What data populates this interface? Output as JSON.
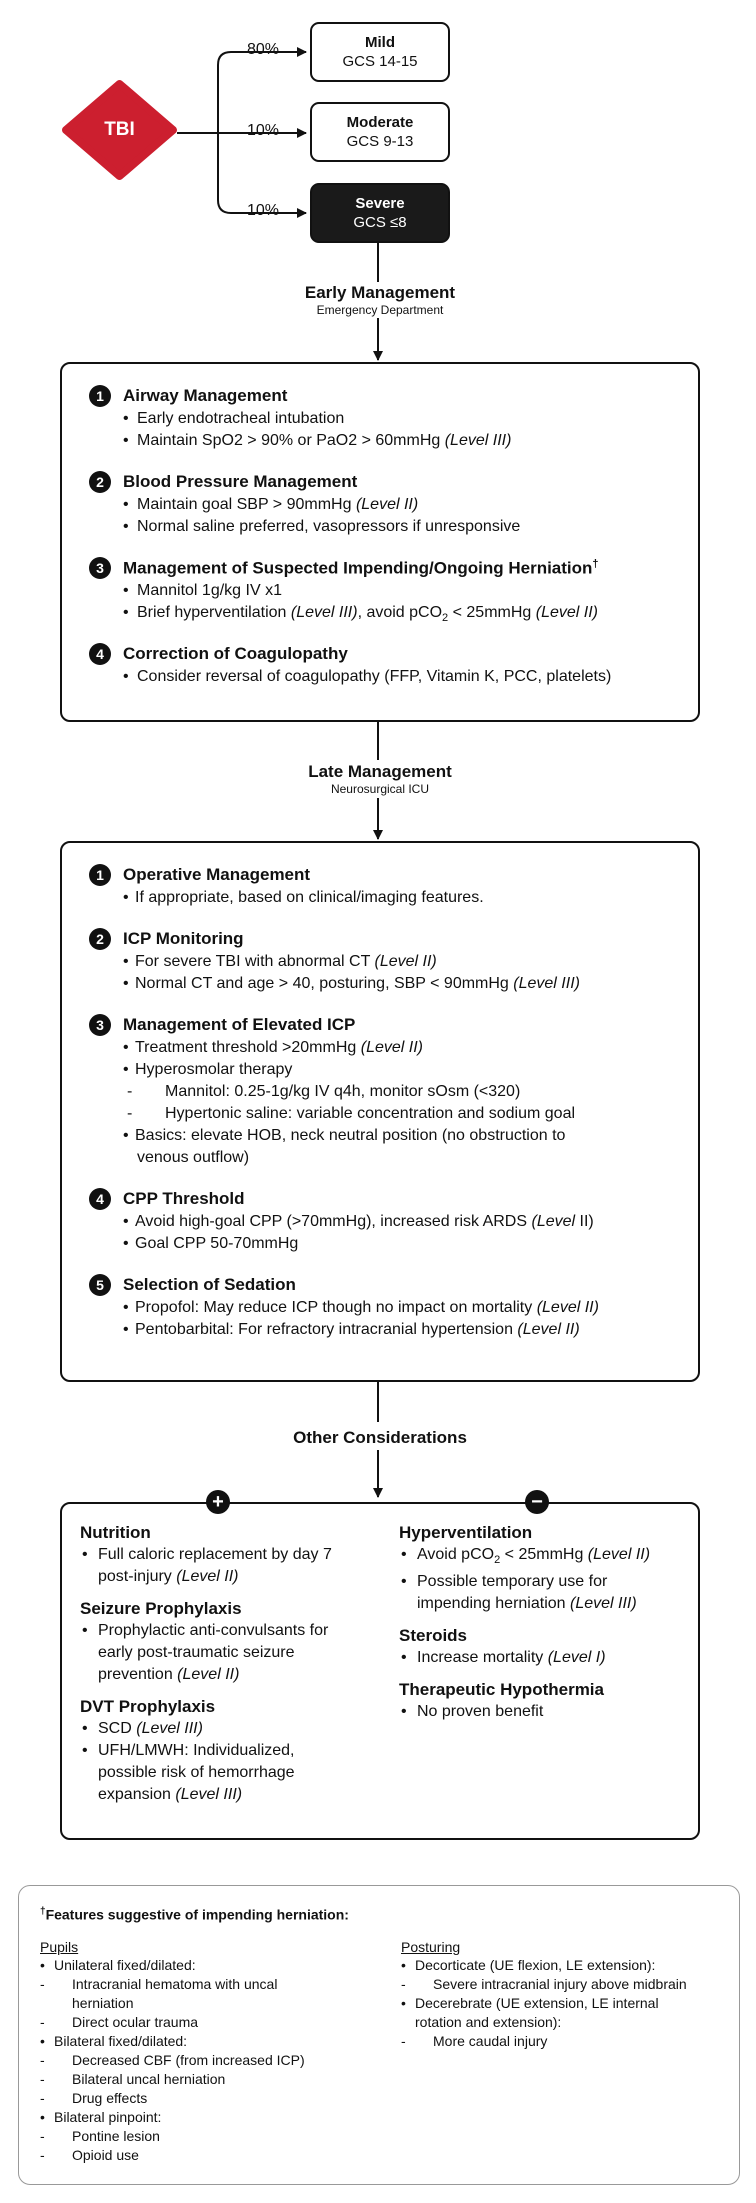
{
  "colors": {
    "tbi_red": "#cc1f2f",
    "stroke": "#111111",
    "dark_box": "#1a1a1a",
    "footnote_border": "#999999"
  },
  "top": {
    "tbi_label": "TBI",
    "branches": [
      {
        "percent": "80%",
        "title": "Mild",
        "gcs": "GCS 14-15",
        "dark": false
      },
      {
        "percent": "10%",
        "title": "Moderate",
        "gcs": "GCS 9-13",
        "dark": false
      },
      {
        "percent": "10%",
        "title": "Severe",
        "gcs": "GCS ≤8",
        "dark": true
      }
    ]
  },
  "early": {
    "stage_title": "Early Management",
    "stage_subtitle": "Emergency Department",
    "sections": [
      {
        "num": "1",
        "title": "Airway Management",
        "lines": [
          {
            "type": "bullet",
            "text": "Early endotracheal intubation"
          },
          {
            "type": "bullet",
            "text": "Maintain SpO2 > 90% or PaO2 > 60mmHg",
            "em": "(Level III)"
          }
        ]
      },
      {
        "num": "2",
        "title": "Blood Pressure Management",
        "lines": [
          {
            "type": "bullet",
            "text": "Maintain goal SBP > 90mmHg",
            "em": "(Level II)"
          },
          {
            "type": "bullet",
            "text": "Normal saline preferred, vasopressors if unresponsive"
          }
        ]
      },
      {
        "num": "3",
        "title": "Management of Suspected Impending/Ongoing Herniation",
        "mark": "†",
        "lines": [
          {
            "type": "bullet",
            "text": "Mannitol 1g/kg IV x1"
          },
          {
            "type": "bullet",
            "text": "Brief hyperventilation",
            "em": "(Level III)",
            "tail": ", avoid pCO",
            "sub": "2",
            "tail2": " < 25mmHg",
            "em2": "(Level II)"
          }
        ]
      },
      {
        "num": "4",
        "title": "Correction of Coagulopathy",
        "lines": [
          {
            "type": "bullet",
            "text": "Consider reversal of coagulopathy (FFP, Vitamin K, PCC, platelets)"
          }
        ]
      }
    ]
  },
  "late": {
    "stage_title": "Late Management",
    "stage_subtitle": "Neurosurgical ICU",
    "sections": [
      {
        "num": "1",
        "title": "Operative Management",
        "lines": [
          {
            "type": "bullet",
            "text": "If appropriate, based on clinical/imaging features."
          }
        ]
      },
      {
        "num": "2",
        "title": "ICP Monitoring",
        "lines": [
          {
            "type": "bullet",
            "text": "For severe TBI with abnormal CT",
            "em": "(Level II)"
          },
          {
            "type": "bullet",
            "text": "Normal CT and age > 40, posturing, SBP < 90mmHg",
            "em": "(Level III)"
          }
        ]
      },
      {
        "num": "3",
        "title": "Management of Elevated ICP",
        "lines": [
          {
            "type": "bullet",
            "text": "Treatment threshold >20mmHg",
            "em": "(Level II)"
          },
          {
            "type": "bullet",
            "text": "Hyperosmolar therapy"
          },
          {
            "type": "dash",
            "text": "Mannitol: 0.25-1g/kg IV q4h, monitor sOsm (<320)"
          },
          {
            "type": "dash",
            "text": "Hypertonic saline: variable concentration and sodium goal"
          },
          {
            "type": "bullet",
            "text": " Basics: elevate HOB, neck neutral position (no obstruction to"
          },
          {
            "type": "cont",
            "text": "venous outflow)"
          }
        ]
      },
      {
        "num": "4",
        "title": "CPP Threshold",
        "lines": [
          {
            "type": "bullet",
            "text": "Avoid high-goal CPP (>70mmHg), increased risk ARDS",
            "em": "(Level",
            "tail": " II)"
          },
          {
            "type": "bullet",
            "text": "Goal CPP 50-70mmHg"
          }
        ]
      },
      {
        "num": "5",
        "title": "Selection of Sedation",
        "lines": [
          {
            "type": "bullet",
            "text": "Propofol: May reduce ICP though no impact on mortality",
            "em": "(Level II)"
          },
          {
            "type": "bullet",
            "text": "Pentobarbital: For refractory intracranial hypertension",
            "em": "(Level II)"
          }
        ]
      }
    ]
  },
  "other": {
    "stage_title": "Other Considerations",
    "plus_symbol": "+",
    "minus_symbol": "−",
    "left": [
      {
        "title": "Nutrition",
        "lines": [
          {
            "type": "bullet",
            "text": "Full caloric replacement by day 7"
          },
          {
            "type": "cont",
            "text": "post-injury",
            "em": "(Level II)"
          }
        ]
      },
      {
        "title": "Seizure Prophylaxis",
        "lines": [
          {
            "type": "bullet",
            "text": "Prophylactic anti-convulsants for"
          },
          {
            "type": "cont",
            "text": "early post-traumatic seizure"
          },
          {
            "type": "cont",
            "text": "prevention",
            "em": "(Level II)"
          }
        ]
      },
      {
        "title": "DVT Prophylaxis",
        "lines": [
          {
            "type": "bullet",
            "text": "SCD",
            "em": "(Level III)"
          },
          {
            "type": "bullet",
            "text": "UFH/LMWH: Individualized,"
          },
          {
            "type": "cont",
            "text": "possible risk of hemorrhage"
          },
          {
            "type": "cont",
            "text": "expansion",
            "em": "(Level III)"
          }
        ]
      }
    ],
    "right": [
      {
        "title": "Hyperventilation",
        "lines": [
          {
            "type": "bullet",
            "text": "Avoid pCO",
            "sub": "2",
            "tail": " < 25mmHg",
            "em": "(Level II)"
          },
          {
            "type": "bullet",
            "text": "Possible temporary use for"
          },
          {
            "type": "cont",
            "text": "impending herniation",
            "em": "(Level III)"
          }
        ]
      },
      {
        "title": "Steroids",
        "lines": [
          {
            "type": "bullet",
            "text": "Increase mortality",
            "em": "(Level I)"
          }
        ]
      },
      {
        "title": "Therapeutic Hypothermia",
        "lines": [
          {
            "type": "bullet",
            "text": "No proven benefit"
          }
        ]
      }
    ]
  },
  "footnote": {
    "mark": "†",
    "title": "Features suggestive of impending herniation:",
    "pupils_head": "Pupils",
    "pupils": [
      {
        "type": "bullet",
        "text": "Unilateral fixed/dilated:"
      },
      {
        "type": "dash",
        "text": "Intracranial hematoma with uncal"
      },
      {
        "type": "cont2",
        "text": "herniation"
      },
      {
        "type": "dash",
        "text": "Direct ocular trauma"
      },
      {
        "type": "bullet",
        "text": "Bilateral fixed/dilated:"
      },
      {
        "type": "dash",
        "text": "Decreased CBF (from increased ICP)"
      },
      {
        "type": "dash",
        "text": "Bilateral uncal herniation"
      },
      {
        "type": "dash",
        "text": "Drug effects"
      },
      {
        "type": "bullet",
        "text": "Bilateral pinpoint:"
      },
      {
        "type": "dash",
        "text": "Pontine lesion"
      },
      {
        "type": "dash",
        "text": "Opioid use"
      }
    ],
    "posturing_head": "Posturing",
    "posturing": [
      {
        "type": "bullet",
        "text": "Decorticate (UE flexion, LE extension):"
      },
      {
        "type": "dash",
        "text": "Severe intracranial injury above midbrain"
      },
      {
        "type": "bullet",
        "text": "Decerebrate (UE extension, LE internal"
      },
      {
        "type": "cont",
        "text": "rotation and extension):"
      },
      {
        "type": "dash",
        "text": "More caudal injury"
      }
    ]
  }
}
